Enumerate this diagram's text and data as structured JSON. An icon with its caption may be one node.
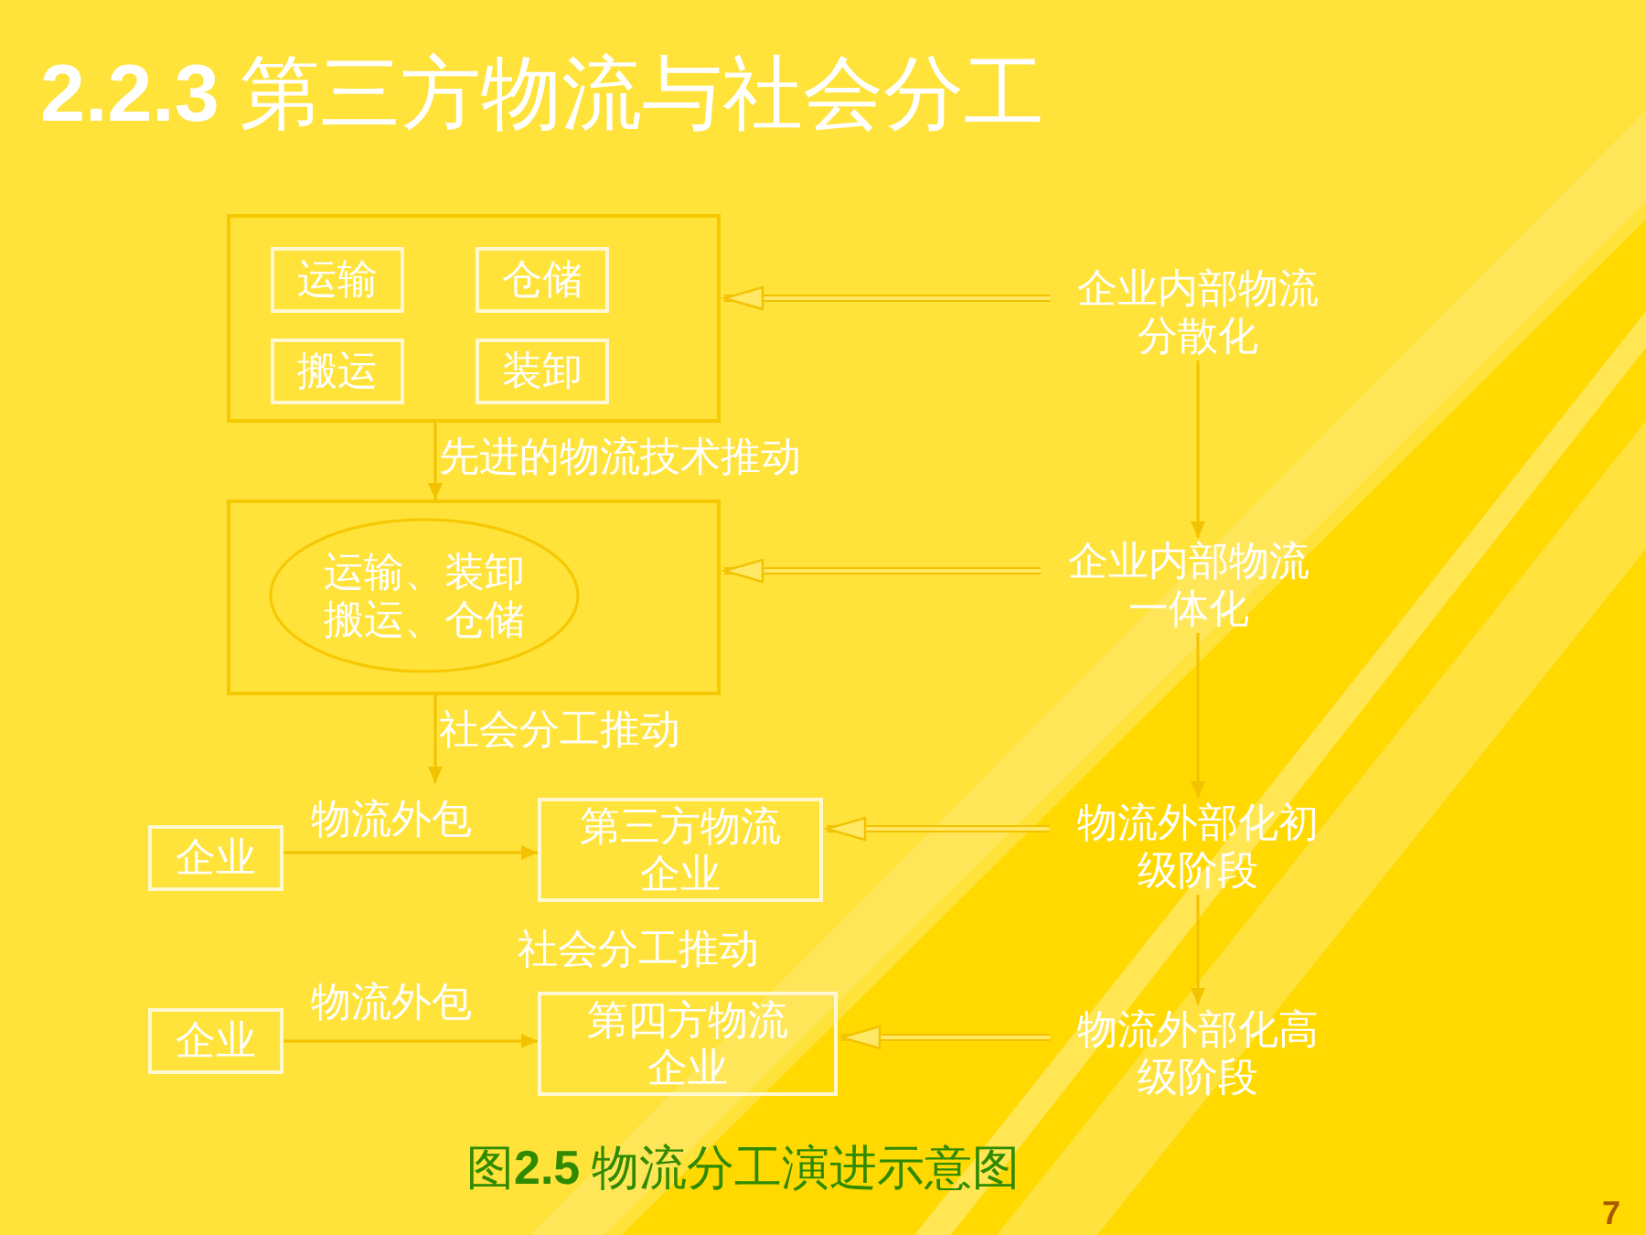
{
  "diagram": {
    "title": "**2.2.3** 第三方物流与社会分工",
    "caption": "图**2.5** 物流分工演进示意图",
    "nodes": [
      {
        "text": [],
        "shape": "box"
      },
      {
        "text": [
          "运输"
        ],
        "in": 0
      },
      {
        "text": [
          "仓储"
        ],
        "in": 0
      },
      {
        "text": [
          "搬运"
        ],
        "in": 0
      },
      {
        "text": [
          "装卸"
        ],
        "in": 0
      },
      {
        "text": [],
        "shape": "box"
      },
      {
        "text": [
          "运输、装卸搬运、仓储"
        ],
        "in": 5
      },
      {
        "text": [
          "企业"
        ]
      },
      {
        "text": [
          "第三方物流企业"
        ]
      },
      {
        "text": [
          "企业"
        ]
      },
      {
        "text": [
          "第四方物流企业"
        ]
      },
      {
        "text": [
          "企业内部物流分散化"
        ]
      },
      {
        "text": [
          "企业内部物流一体化"
        ]
      },
      {
        "text": [
          "物流外部化初级阶段"
        ]
      },
      {
        "text": [
          "物流外部化高级阶段"
        ]
      }
    ],
    "edges": [
      {
        "from": 0,
        "to": 5,
        "arrow": "to",
        "label": "先进的物流技术推动"
      },
      {
        "from": 5,
        "to": null,
        "arrow": "to",
        "label": "社会分工推动"
      },
      {
        "from": 7,
        "to": 8,
        "arrow": "to",
        "label": "物流外包"
      },
      {
        "from": 9,
        "to": 10,
        "arrow": "to",
        "label": "物流外包"
      },
      {
        "from": 11,
        "to": 0,
        "arrow": "to",
        "style": "thick"
      },
      {
        "from": 12,
        "to": 5,
        "arrow": "to",
        "style": "thick"
      },
      {
        "from": 13,
        "to": 8,
        "arrow": "to",
        "style": "thick"
      },
      {
        "from": 14,
        "to": 10,
        "arrow": "to",
        "style": "thick"
      },
      {
        "from": 11,
        "to": 12,
        "arrow": "to"
      },
      {
        "from": 12,
        "to": 13,
        "arrow": "to"
      },
      {
        "from": 13,
        "to": 14,
        "arrow": "to"
      }
    ],
    "labels": [
      "社会分工推动",
      "7"
    ]
  }
}
